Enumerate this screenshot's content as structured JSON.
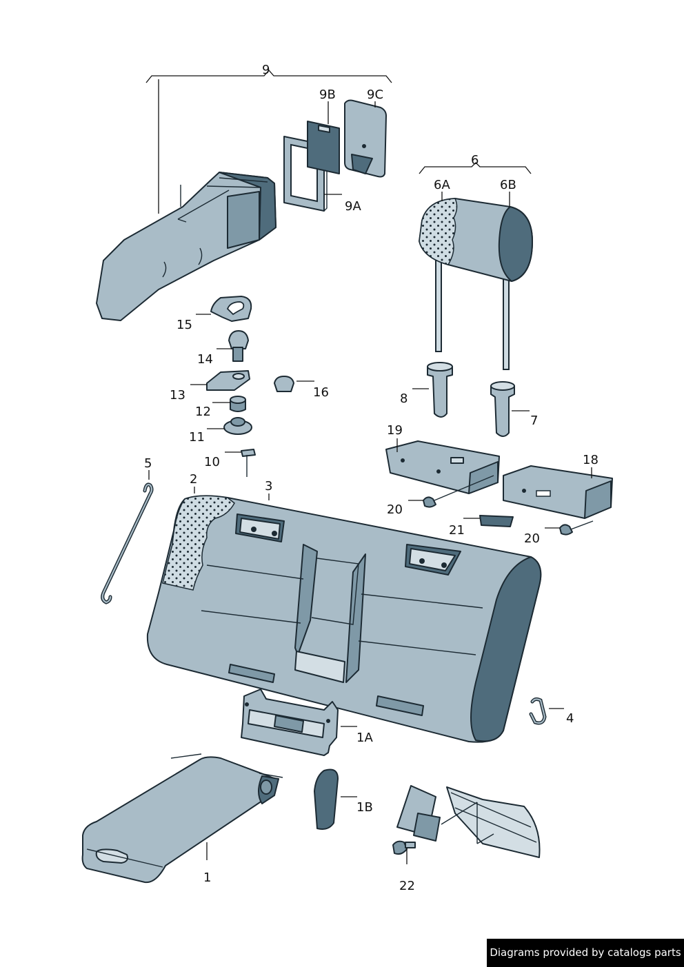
{
  "diagram": {
    "labels": {
      "p9": "9",
      "p9B": "9B",
      "p9C": "9C",
      "p9A": "9A",
      "p6": "6",
      "p6A": "6A",
      "p6B": "6B",
      "p15": "15",
      "p14": "14",
      "p13": "13",
      "p16": "16",
      "p12": "12",
      "p11": "11",
      "p10": "10",
      "p8": "8",
      "p7": "7",
      "p19": "19",
      "p18": "18",
      "p20a": "20",
      "p20b": "20",
      "p21": "21",
      "p5": "5",
      "p2": "2",
      "p3": "3",
      "p4": "4",
      "p1A": "1A",
      "p1B": "1B",
      "p1": "1",
      "p22": "22"
    },
    "colors": {
      "part_fill": "#a9bcc7",
      "part_dark": "#4f6c7c",
      "outline": "#1c2a33"
    }
  },
  "footer": {
    "credit": "Diagrams provided by catalogs parts"
  }
}
